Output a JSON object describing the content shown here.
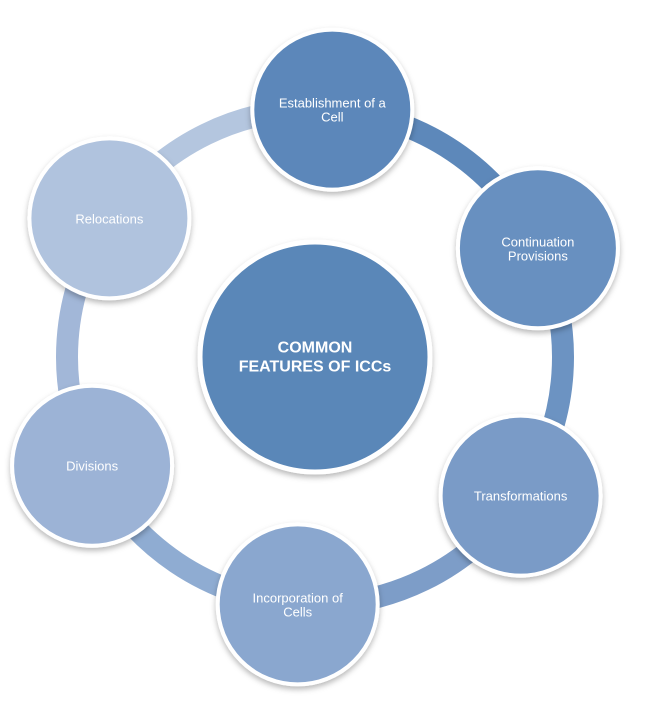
{
  "center": {
    "lines": [
      "COMMON",
      "FEATURES OF ICCs"
    ],
    "color": "#5a87b8"
  },
  "nodes": [
    {
      "id": "establishment",
      "lines": [
        "Establishment of a",
        "Cell"
      ],
      "color": "#5b87ba"
    },
    {
      "id": "continuation",
      "lines": [
        "Continuation",
        "Provisions"
      ],
      "color": "#6890c0"
    },
    {
      "id": "transformations",
      "lines": [
        "Transformations"
      ],
      "color": "#7a9bc7"
    },
    {
      "id": "incorporation",
      "lines": [
        "Incorporation of",
        "Cells"
      ],
      "color": "#8aa7cf"
    },
    {
      "id": "divisions",
      "lines": [
        "Divisions"
      ],
      "color": "#9cb3d6"
    },
    {
      "id": "relocations",
      "lines": [
        "Relocations"
      ],
      "color": "#b0c3de"
    }
  ],
  "ring_segments": [
    {
      "from": "establishment",
      "to": "continuation",
      "color": "#5d88ba"
    },
    {
      "from": "continuation",
      "to": "transformations",
      "color": "#6c93c2"
    },
    {
      "from": "transformations",
      "to": "incorporation",
      "color": "#7d9dc8"
    },
    {
      "from": "incorporation",
      "to": "divisions",
      "color": "#8facd2"
    },
    {
      "from": "divisions",
      "to": "relocations",
      "color": "#a2b7d8"
    },
    {
      "from": "relocations",
      "to": "establishment",
      "color": "#b4c6df"
    }
  ]
}
